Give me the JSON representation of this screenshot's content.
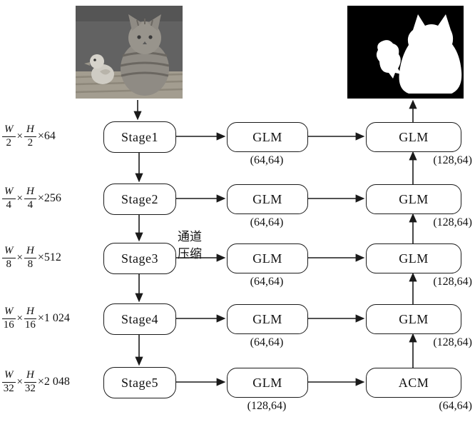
{
  "symbols": {
    "times": "×"
  },
  "annotation": {
    "line1": "通道",
    "line2": "压缩"
  },
  "colors": {
    "line": "#1a1a1a",
    "mask_bg": "#000000",
    "mask_fg": "#ffffff"
  },
  "rows": [
    {
      "size": {
        "wn": "W",
        "wd": "2",
        "hn": "H",
        "hd": "2",
        "ch": "×64"
      },
      "stage": "Stage1",
      "mid": "GLM",
      "mid_caption": "(64,64)",
      "right": "GLM",
      "right_caption": "(128,64)"
    },
    {
      "size": {
        "wn": "W",
        "wd": "4",
        "hn": "H",
        "hd": "4",
        "ch": "×256"
      },
      "stage": "Stage2",
      "mid": "GLM",
      "mid_caption": "(64,64)",
      "right": "GLM",
      "right_caption": "(128,64)"
    },
    {
      "size": {
        "wn": "W",
        "wd": "8",
        "hn": "H",
        "hd": "8",
        "ch": "×512"
      },
      "stage": "Stage3",
      "mid": "GLM",
      "mid_caption": "(64,64)",
      "right": "GLM",
      "right_caption": "(128,64)"
    },
    {
      "size": {
        "wn": "W",
        "wd": "16",
        "hn": "H",
        "hd": "16",
        "ch": "×1 024"
      },
      "stage": "Stage4",
      "mid": "GLM",
      "mid_caption": "(64,64)",
      "right": "GLM",
      "right_caption": "(128,64)"
    },
    {
      "size": {
        "wn": "W",
        "wd": "32",
        "hn": "H",
        "hd": "32",
        "ch": "×2 048"
      },
      "stage": "Stage5",
      "mid": "GLM",
      "mid_caption": "(128,64)",
      "right": "ACM",
      "right_caption": "(64,64)"
    }
  ]
}
